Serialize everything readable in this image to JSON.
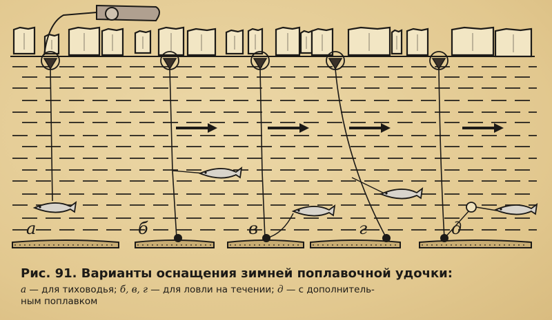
{
  "figure": {
    "panels": [
      {
        "label": "а",
        "current": false
      },
      {
        "label": "б",
        "current": true
      },
      {
        "label": "в",
        "current": true
      },
      {
        "label": "г",
        "current": true
      },
      {
        "label": "д",
        "current": true
      }
    ]
  },
  "caption": {
    "fig_label": "Рис. 91.",
    "title": "Варианты оснащения зимней поплавочной удочки:",
    "items": [
      {
        "letter": "а",
        "text": " — для тиховодья; "
      },
      {
        "letter": "б, в, г",
        "text": " — для ловли на течении; "
      },
      {
        "letter": "д",
        "text": " — с дополнитель-"
      }
    ],
    "continuation": "ным поплавком"
  }
}
